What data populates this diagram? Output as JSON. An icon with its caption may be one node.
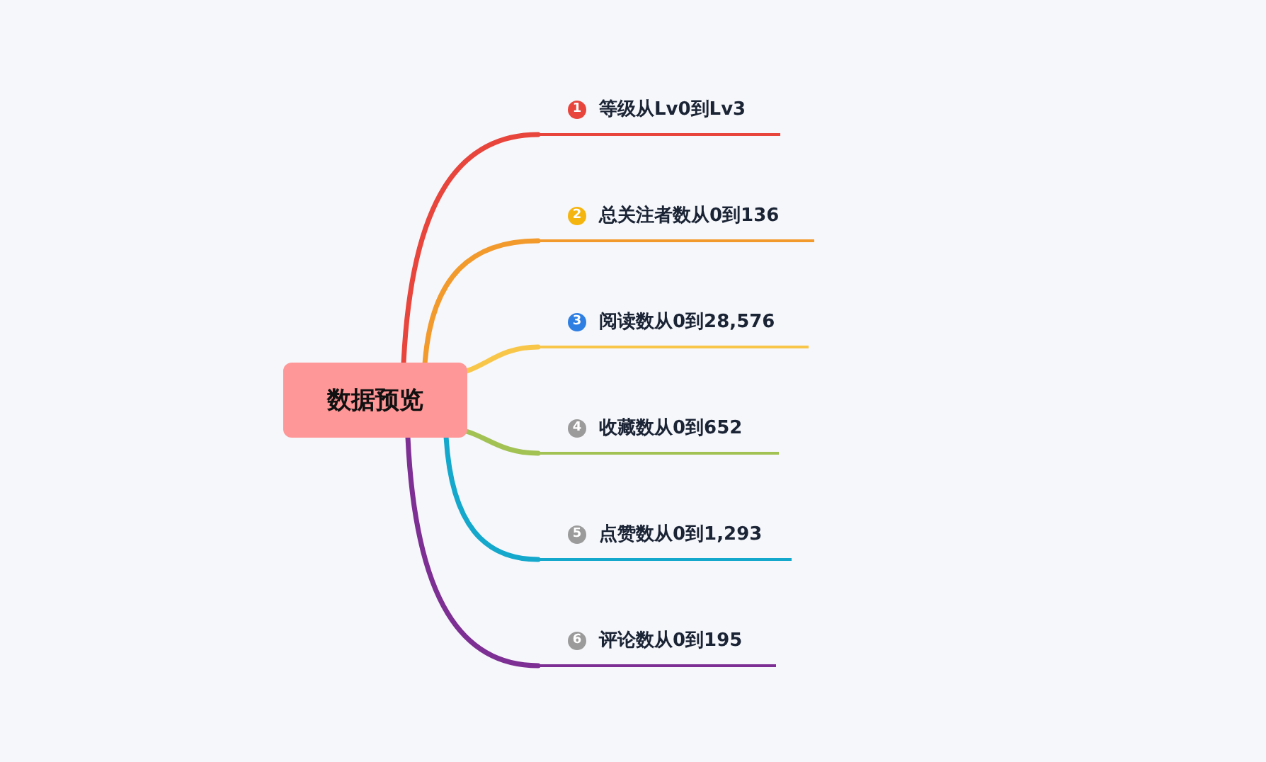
{
  "diagram": {
    "nodes": [
      {
        "text": [
          "数据预览"
        ]
      },
      {
        "text": [
          "1",
          "等级从Lv0到Lv3"
        ]
      },
      {
        "text": [
          "2",
          "总关注者数从0到136"
        ]
      },
      {
        "text": [
          "3",
          "阅读数从0到28,576"
        ]
      },
      {
        "text": [
          "4",
          "收藏数从0到652"
        ]
      },
      {
        "text": [
          "5",
          "点赞数从0到1,293"
        ]
      },
      {
        "text": [
          "6",
          "评论数从0到195"
        ]
      }
    ],
    "edges": [
      {
        "from": 0,
        "to": 1,
        "arrow": "none",
        "color": "#e8453c"
      },
      {
        "from": 0,
        "to": 2,
        "arrow": "none",
        "color": "#f39a2c"
      },
      {
        "from": 0,
        "to": 3,
        "arrow": "none",
        "color": "#f8c74a"
      },
      {
        "from": 0,
        "to": 4,
        "arrow": "none",
        "color": "#a2c254"
      },
      {
        "from": 0,
        "to": 5,
        "arrow": "none",
        "color": "#14a8cc"
      },
      {
        "from": 0,
        "to": 6,
        "arrow": "none",
        "color": "#7d2f93"
      }
    ]
  }
}
